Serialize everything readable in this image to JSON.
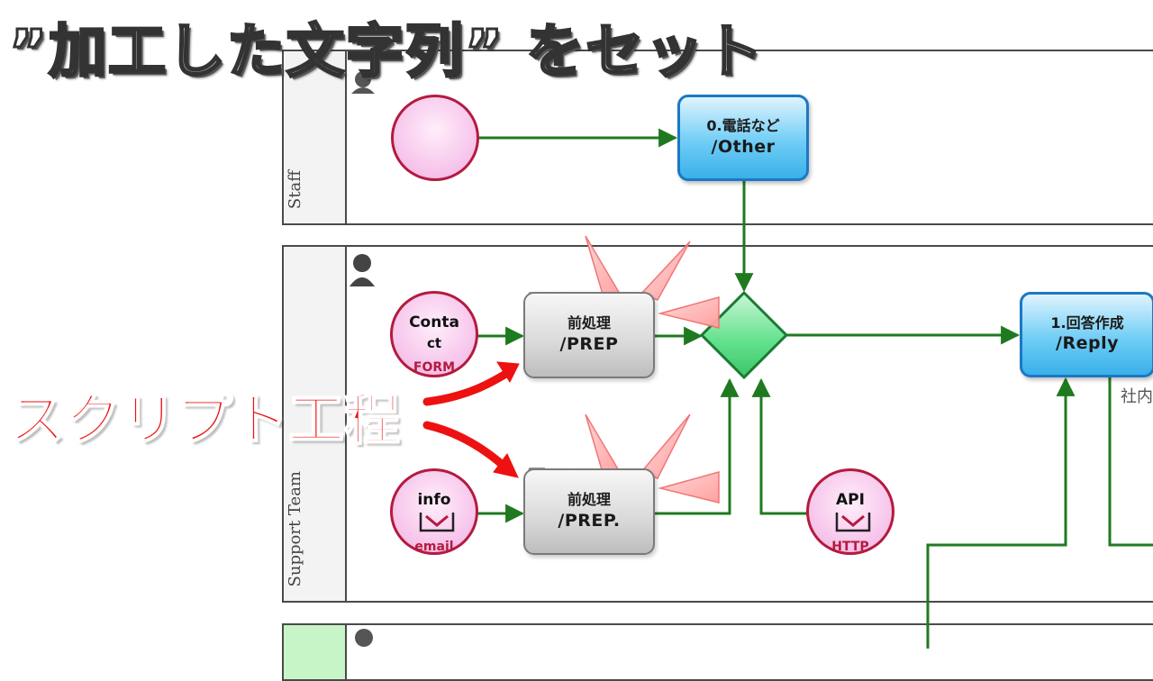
{
  "title": "”加工した文字列” をセット",
  "annotation": "スクリプト工程",
  "lanes": {
    "staff": "Staff",
    "support": "Support Team"
  },
  "tasks": {
    "other": {
      "line1": "0.電話など",
      "line2": "/Other"
    },
    "prep1": {
      "line1": "前処理",
      "line2": "/PREP"
    },
    "prep2": {
      "line1": "前処理",
      "line2": "/PREP."
    },
    "reply": {
      "line1": "1.回答作成",
      "line2": "/Reply"
    }
  },
  "events": {
    "contact": {
      "text1": "Conta",
      "text2": "ct",
      "sub": "FORM"
    },
    "info": {
      "text": "info",
      "sub": "email"
    },
    "api": {
      "text": "API",
      "sub": "HTTP"
    }
  },
  "cutoff_label": "社内",
  "icons": {
    "lane_person": "person-icon",
    "annotation_arrow": "curved-arrow-icon",
    "highlight_rays": "highlight-ray-icon"
  },
  "colors": {
    "flow": "#1f7a1f",
    "task_blue": "#39b0ea",
    "event_pink": "#f6c2ea",
    "gateway_green": "#5fe08a",
    "annotation_red": "#ee1111"
  }
}
